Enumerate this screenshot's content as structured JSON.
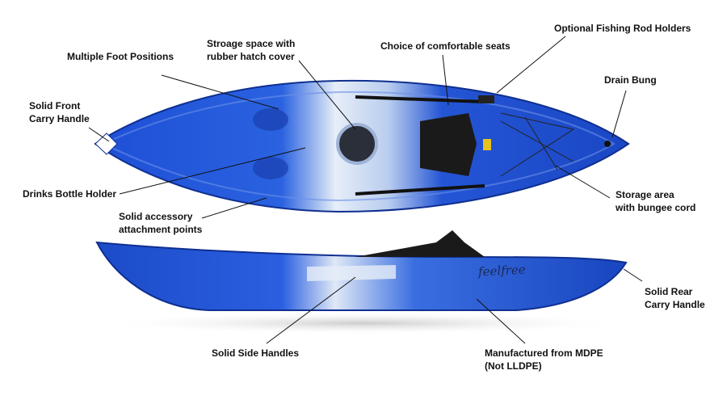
{
  "labels": {
    "storage_hatch": [
      "Stroage space with",
      "rubber hatch cover"
    ],
    "foot_positions": "Multiple Foot Positions",
    "seats": "Choice of comfortable seats",
    "rod_holders": "Optional Fishing Rod Holders",
    "drain_bung": "Drain Bung",
    "front_handle": [
      "Solid Front",
      "Carry Handle"
    ],
    "bottle_holder": "Drinks Bottle Holder",
    "attachment_points": [
      "Solid accessory",
      "attachment points"
    ],
    "storage_bungee": [
      "Storage area",
      "with bungee cord"
    ],
    "rear_handle": [
      "Solid Rear",
      "Carry Handle"
    ],
    "side_handles": "Solid Side Handles",
    "material": [
      "Manufactured from MDPE",
      "(Not LLDPE)"
    ]
  },
  "brand_logo": "feelfree",
  "colors": {
    "hull_blue": "#1f4fd0",
    "hull_light": "#dfe8f5",
    "seat": "#1a1a1a"
  }
}
